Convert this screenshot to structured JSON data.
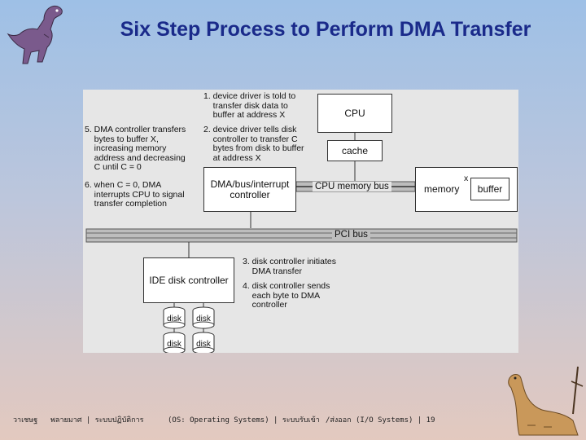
{
  "slide": {
    "title": "Six Step Process to Perform DMA Transfer"
  },
  "diagram": {
    "steps_left": {
      "step5": "5. DMA controller transfers\n    bytes to buffer X,\n    increasing memory\n    address and decreasing\n    C until C = 0",
      "step6": "6. when C = 0, DMA\n    interrupts CPU to signal\n    transfer completion"
    },
    "steps_middle": {
      "step1": "1. device driver is told to\n    transfer disk data to\n    buffer at address X",
      "step2": "2. device driver tells disk\n    controller to transfer C\n    bytes from disk to buffer\n    at address X"
    },
    "steps_lower": {
      "step3": "3. disk controller initiates\n    DMA transfer",
      "step4": "4. disk controller sends\n    each byte to DMA\n    controller"
    },
    "boxes": {
      "cpu": "CPU",
      "cache": "cache",
      "dma_controller": "DMA/bus/interrupt\ncontroller",
      "memory": "memory",
      "buffer": "buffer",
      "ide_controller": "IDE disk controller",
      "x_marker": "x"
    },
    "buses": {
      "cpu_memory_bus": "CPU memory bus",
      "pci_bus": "PCI bus"
    },
    "disk_label": "disk"
  },
  "footer": {
    "author": "วาเชษฐ",
    "dept": "พลายมาศ | ระบบปฏิบัติการ",
    "course": "(OS: Operating Systems) | ระบบรับเข้า",
    "chapter": "/ส่งออก (I/O Systems) | 19"
  },
  "colors": {
    "title": "#1a2a8a",
    "diagram_bg": "#e6e6e6"
  }
}
